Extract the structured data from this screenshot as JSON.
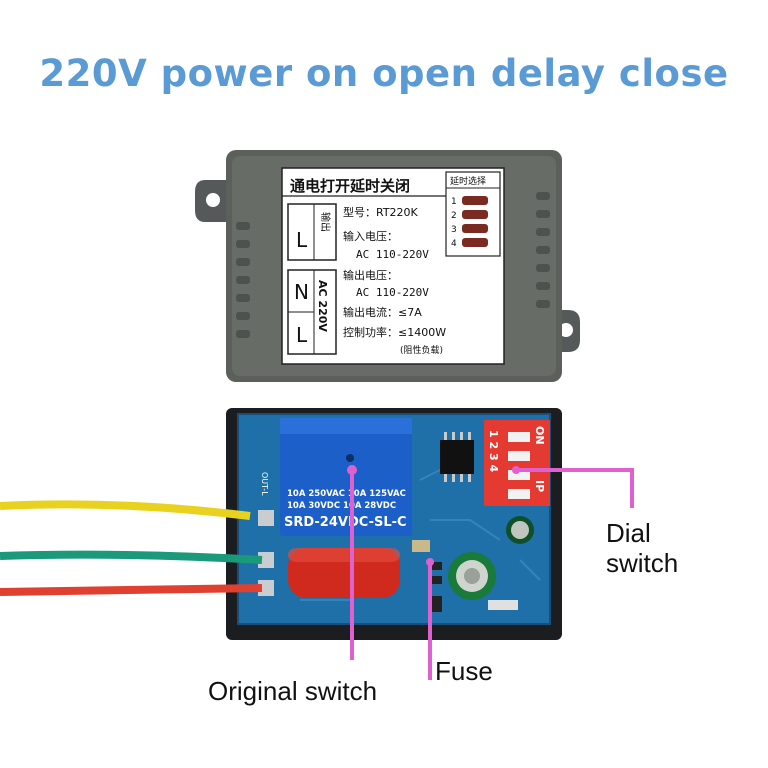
{
  "title": "220V power on open delay close",
  "module": {
    "header": "通电打开延时关闭",
    "dip_header": "延时选择",
    "dip_numbers": [
      "1",
      "2",
      "3",
      "4"
    ],
    "terminal_top_mark": "L",
    "terminal_top_side": "输出",
    "terminal_n": "N",
    "terminal_l": "L",
    "terminal_ac": "AC 220V",
    "spec_model": "型号：RT220K",
    "spec_input_label": "输入电压：",
    "spec_input_value": "AC 110-220V",
    "spec_output_label": "输出电压：",
    "spec_output_value": "AC 110-220V",
    "spec_current": "输出电流：≤7A",
    "spec_power": "控制功率：≤1400W",
    "spec_load": "(阻性负载)"
  },
  "board": {
    "relay_line1": "10A 250VAC  10A 125VAC",
    "relay_line2": "10A  30VDC  10A  28VDC",
    "relay_model": "SRD-24VDC-SL-C",
    "out_label": "OUT-L",
    "dip_on": "ON",
    "dip_ip": "IP",
    "dip_digits": "1 2 3 4"
  },
  "callouts": {
    "original_switch": "Original switch",
    "fuse": "Fuse",
    "dial_line1": "Dial",
    "dial_line2": "switch"
  },
  "colors": {
    "title": "#5b9bd5",
    "pointer": "#e060d0",
    "pcb": "#1f6fa8",
    "case": "#5a5f5a"
  }
}
